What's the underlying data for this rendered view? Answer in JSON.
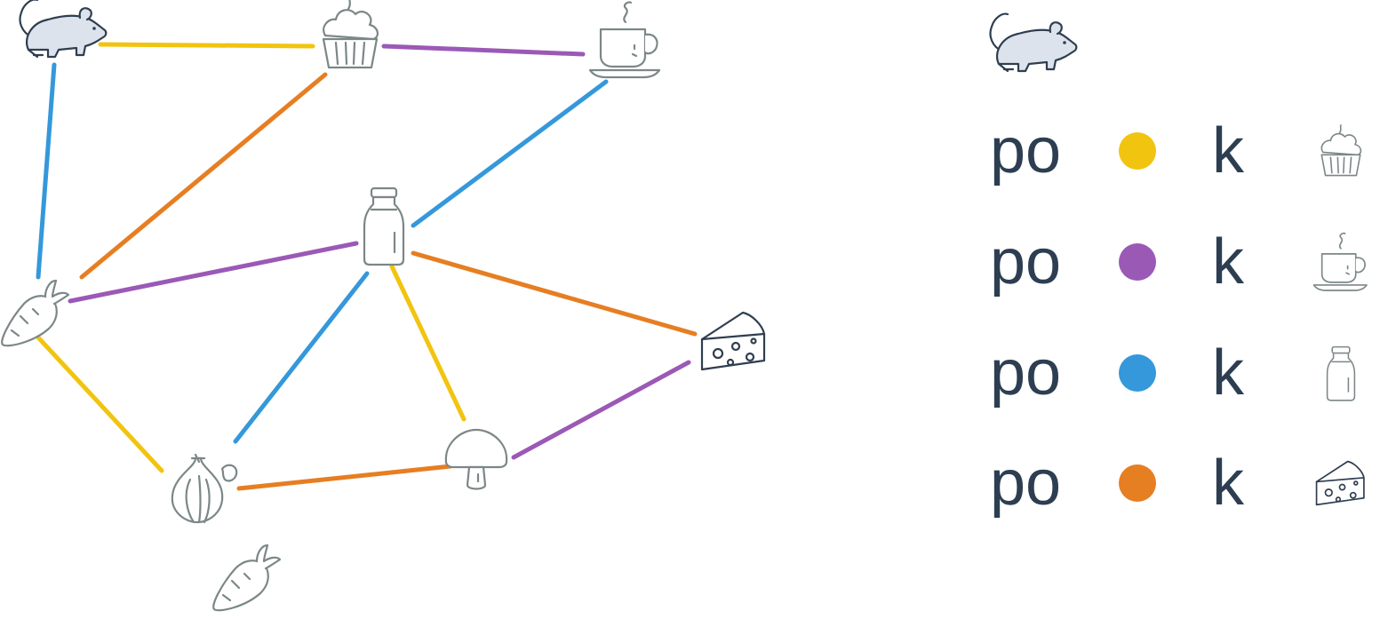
{
  "colors": {
    "yellow": "#f1c40f",
    "purple": "#9b59b6",
    "blue": "#3498db",
    "orange": "#e67e22",
    "text": "#2d3e52",
    "icon_gray": "#7c8787",
    "icon_dark": "#2f3e50"
  },
  "graph": {
    "nodes": [
      {
        "id": "mouse",
        "icon": "mouse-icon"
      },
      {
        "id": "cupcake",
        "icon": "cupcake-icon"
      },
      {
        "id": "coffee",
        "icon": "coffee-cup-icon"
      },
      {
        "id": "milk",
        "icon": "milk-bottle-icon"
      },
      {
        "id": "carrot",
        "icon": "carrot-icon"
      },
      {
        "id": "cheese",
        "icon": "cheese-icon"
      },
      {
        "id": "garlic",
        "icon": "garlic-icon"
      },
      {
        "id": "mushroom",
        "icon": "mushroom-icon"
      },
      {
        "id": "carrot-extra",
        "icon": "carrot-icon"
      }
    ],
    "edges": [
      {
        "from": "mouse",
        "to": "cupcake",
        "color": "yellow"
      },
      {
        "from": "cupcake",
        "to": "coffee",
        "color": "purple"
      },
      {
        "from": "mouse",
        "to": "carrot",
        "color": "blue"
      },
      {
        "from": "cupcake",
        "to": "carrot",
        "color": "orange"
      },
      {
        "from": "coffee",
        "to": "milk",
        "color": "blue"
      },
      {
        "from": "carrot",
        "to": "milk",
        "color": "purple"
      },
      {
        "from": "milk",
        "to": "cheese",
        "color": "orange"
      },
      {
        "from": "milk",
        "to": "garlic",
        "color": "blue"
      },
      {
        "from": "milk",
        "to": "mushroom",
        "color": "yellow"
      },
      {
        "from": "carrot",
        "to": "garlic",
        "color": "yellow"
      },
      {
        "from": "garlic",
        "to": "mushroom",
        "color": "orange"
      },
      {
        "from": "mushroom",
        "to": "cheese",
        "color": "purple"
      }
    ]
  },
  "legend": {
    "header_icon": "mouse-icon",
    "rows": [
      {
        "prefix": "po",
        "color": "yellow",
        "suffix": "k",
        "icon": "cupcake-icon"
      },
      {
        "prefix": "po",
        "color": "purple",
        "suffix": "k",
        "icon": "coffee-cup-icon"
      },
      {
        "prefix": "po",
        "color": "blue",
        "suffix": "k",
        "icon": "milk-bottle-icon"
      },
      {
        "prefix": "po",
        "color": "orange",
        "suffix": "k",
        "icon": "cheese-icon"
      }
    ]
  }
}
